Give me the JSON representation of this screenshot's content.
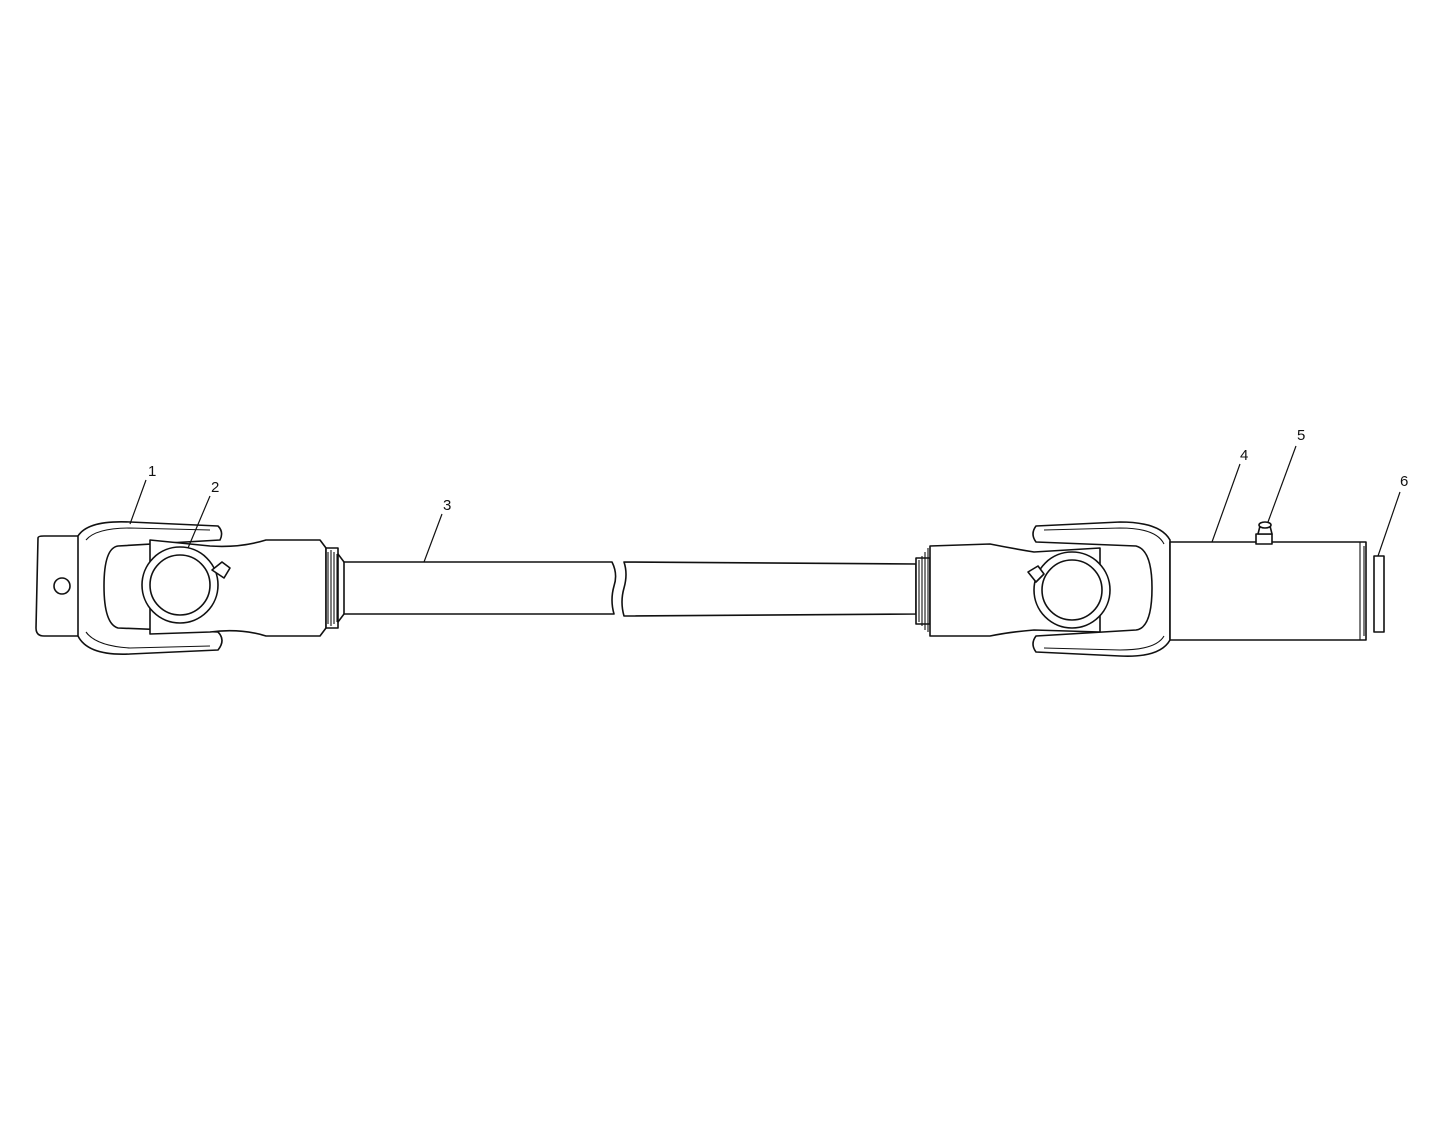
{
  "figure": {
    "title": "",
    "callouts": [
      {
        "id": "1",
        "label": "1"
      },
      {
        "id": "2",
        "label": "2"
      },
      {
        "id": "3",
        "label": "3"
      },
      {
        "id": "4",
        "label": "4"
      },
      {
        "id": "5",
        "label": "5"
      },
      {
        "id": "6",
        "label": "6"
      }
    ]
  }
}
